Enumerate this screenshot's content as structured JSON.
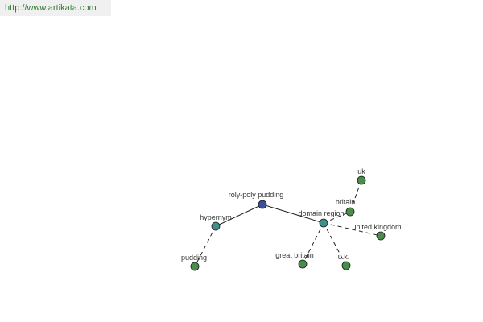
{
  "site_link": "http://www.artikata.com",
  "colors": {
    "root": "#3a4f9e",
    "relation": "#3f8f8a",
    "leaf": "#4a8c4a"
  },
  "graph": {
    "nodes": [
      {
        "id": "root",
        "label": "roly-poly pudding",
        "kind": "root"
      },
      {
        "id": "hypernym",
        "label": "hypernym",
        "kind": "relation"
      },
      {
        "id": "domain",
        "label": "domain region",
        "kind": "relation"
      },
      {
        "id": "pudding",
        "label": "pudding",
        "kind": "leaf"
      },
      {
        "id": "uk",
        "label": "uk",
        "kind": "leaf"
      },
      {
        "id": "britain",
        "label": "britain",
        "kind": "leaf"
      },
      {
        "id": "united_kingdom",
        "label": "united kingdom",
        "kind": "leaf"
      },
      {
        "id": "great_britain",
        "label": "great britain",
        "kind": "leaf"
      },
      {
        "id": "u_k",
        "label": "u.k.",
        "kind": "leaf"
      }
    ],
    "edges": [
      {
        "from": "root",
        "to": "hypernym",
        "style": "solid"
      },
      {
        "from": "root",
        "to": "domain",
        "style": "solid"
      },
      {
        "from": "hypernym",
        "to": "pudding",
        "style": "dashed"
      },
      {
        "from": "domain",
        "to": "britain",
        "style": "dashed"
      },
      {
        "from": "britain",
        "to": "uk",
        "style": "dashed"
      },
      {
        "from": "domain",
        "to": "united_kingdom",
        "style": "dashed"
      },
      {
        "from": "domain",
        "to": "great_britain",
        "style": "dashed"
      },
      {
        "from": "domain",
        "to": "u_k",
        "style": "dashed"
      }
    ]
  }
}
